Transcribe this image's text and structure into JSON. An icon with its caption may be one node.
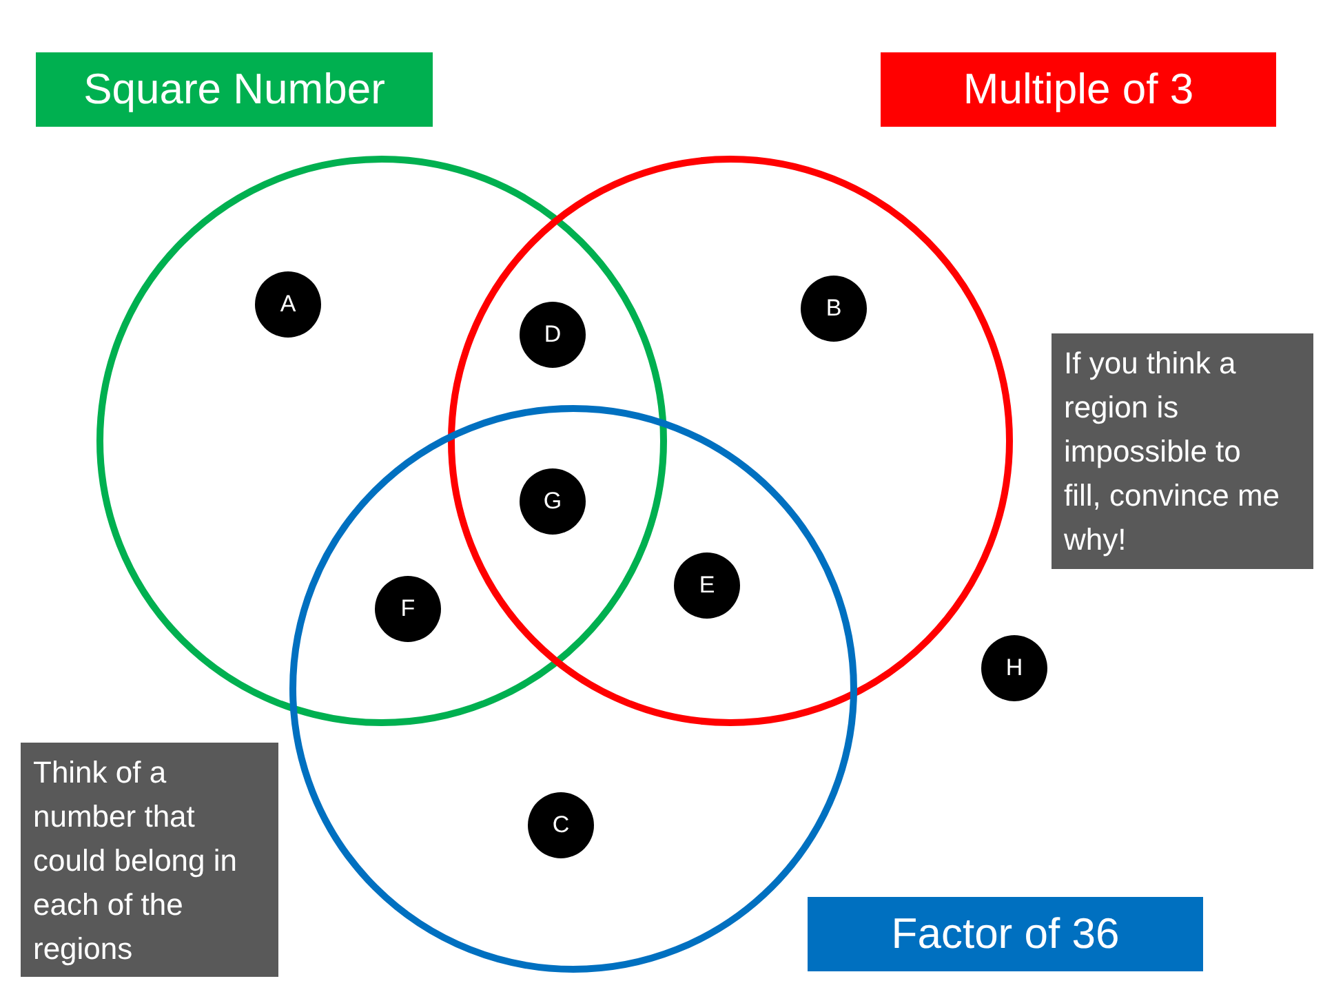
{
  "diagram": {
    "nodes": [
      {
        "text": [
          "Square Number"
        ]
      },
      {
        "text": [
          "Multiple of 3"
        ]
      },
      {
        "text": [],
        "shape": "circle"
      },
      {
        "text": [],
        "shape": "circle"
      },
      {
        "text": [
          "A"
        ],
        "in": 2
      },
      {
        "text": [
          "B"
        ],
        "in": 3
      },
      {
        "text": [
          "D"
        ]
      },
      {
        "text": [
          "If you think a region is impossible to fill, convince me why!"
        ]
      },
      {
        "text": [],
        "shape": "circle"
      },
      {
        "text": [
          "G"
        ]
      },
      {
        "text": [
          "E"
        ]
      },
      {
        "text": [
          "F"
        ]
      },
      {
        "text": [
          "H"
        ]
      },
      {
        "text": [
          "Think of a number that could belong in each of the regions"
        ]
      },
      {
        "text": [
          "C"
        ],
        "in": 8
      },
      {
        "text": [
          "Factor of 36"
        ]
      }
    ]
  }
}
